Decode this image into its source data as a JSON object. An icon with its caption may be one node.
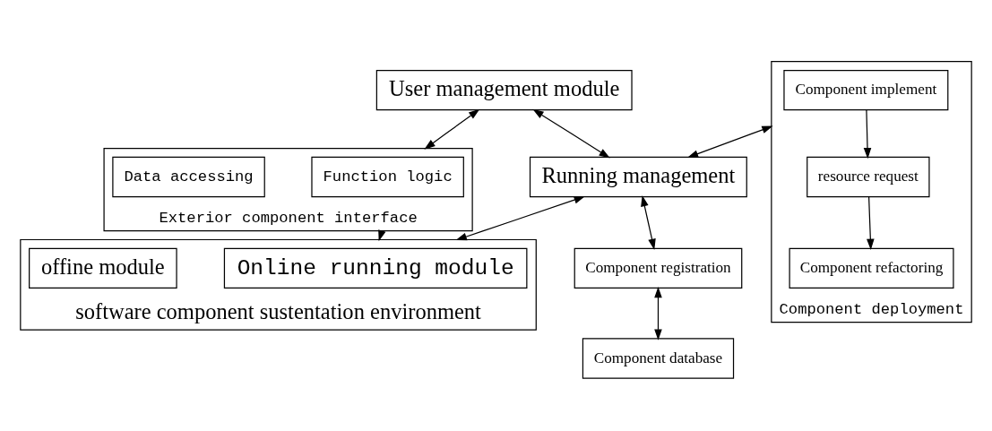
{
  "diagram": {
    "nodes": [
      {
        "text": [
          "User management module"
        ]
      },
      {
        "text": [
          "Exterior component interface"
        ]
      },
      {
        "text": [
          "Function logic"
        ],
        "in": 1
      },
      {
        "text": [
          "Data accessing"
        ],
        "in": 1
      },
      {
        "text": [
          "Component deployment"
        ]
      },
      {
        "text": [
          "Component implement"
        ],
        "in": 4
      },
      {
        "text": [
          "resource request"
        ],
        "in": 4
      },
      {
        "text": [
          "Component refactoring"
        ],
        "in": 4
      },
      {
        "text": [
          "Running management"
        ]
      },
      {
        "text": [
          "software component sustentation environment"
        ]
      },
      {
        "text": [
          "Online running module"
        ],
        "in": 9
      },
      {
        "text": [
          "offine module"
        ],
        "in": 9
      },
      {
        "text": [
          "Component registration"
        ]
      },
      {
        "text": [
          "Component database"
        ]
      }
    ],
    "edges": [
      {
        "from": 0,
        "to": 1,
        "arrow": "both"
      },
      {
        "from": 0,
        "to": 8,
        "arrow": "both"
      },
      {
        "from": 1,
        "to": 9,
        "arrow": "to"
      },
      {
        "from": 4,
        "to": 8,
        "arrow": "both"
      },
      {
        "from": 8,
        "to": 9,
        "arrow": "both"
      },
      {
        "from": 5,
        "to": 6,
        "arrow": "to"
      },
      {
        "from": 6,
        "to": 7,
        "arrow": "to"
      },
      {
        "from": 8,
        "to": 12,
        "arrow": "both"
      },
      {
        "from": 12,
        "to": 13,
        "arrow": "both"
      }
    ]
  }
}
